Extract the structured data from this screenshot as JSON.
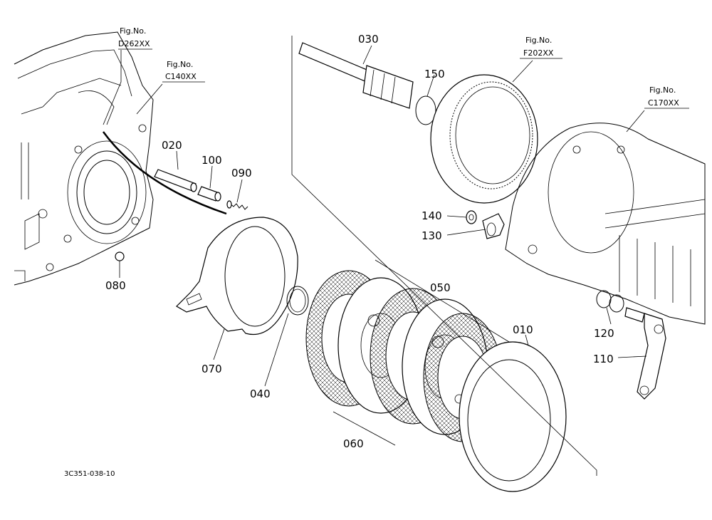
{
  "fig_refs": [
    {
      "label": "Fig.No.",
      "code": "D262XX"
    },
    {
      "label": "Fig.No.",
      "code": "C140XX"
    },
    {
      "label": "Fig.No.",
      "code": "F202XX"
    },
    {
      "label": "Fig.No.",
      "code": "C170XX"
    }
  ],
  "parts": [
    "010",
    "020",
    "030",
    "040",
    "050",
    "060",
    "070",
    "080",
    "090",
    "100",
    "110",
    "120",
    "130",
    "140",
    "150"
  ],
  "drawing_code": "3C351-038-10"
}
